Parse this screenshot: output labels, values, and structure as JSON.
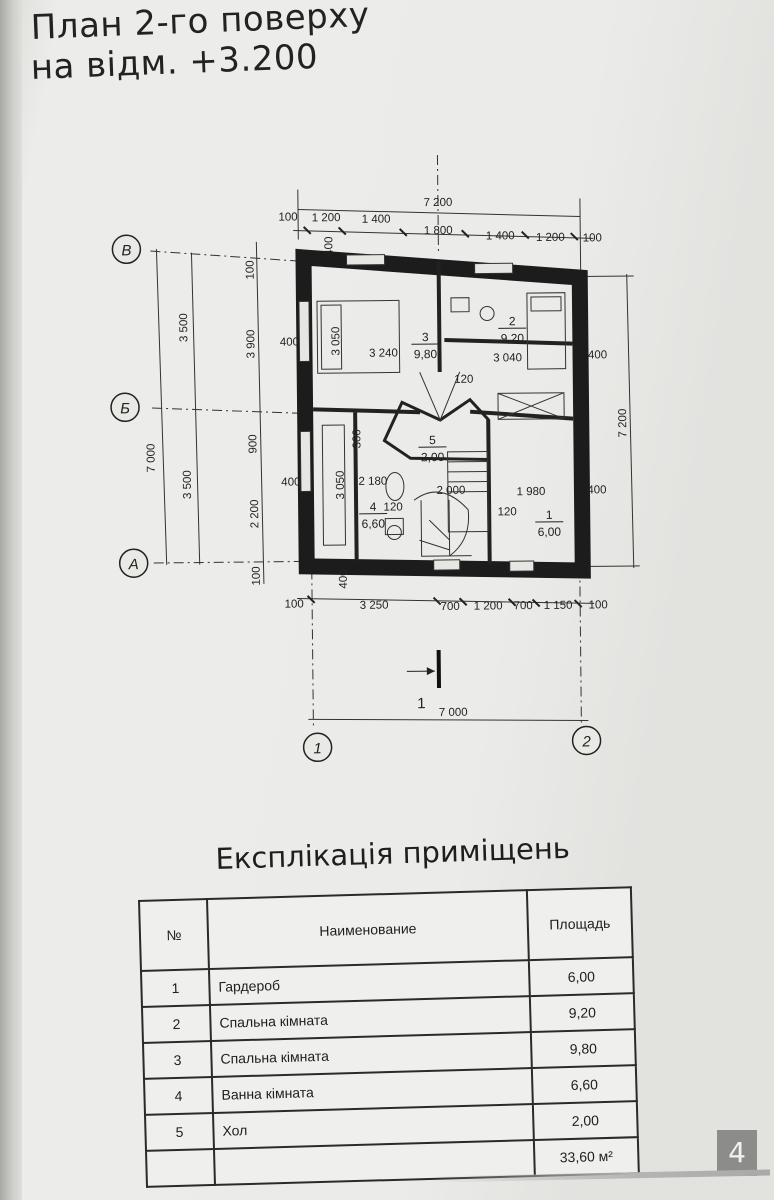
{
  "header": {
    "line1": "План 2-го поверху",
    "line2": "на відм. +3.200"
  },
  "plan": {
    "axes": {
      "rows": [
        "В",
        "Б",
        "А"
      ],
      "cols": [
        "1",
        "2"
      ]
    },
    "dims_top": {
      "overall": "7 200",
      "chain": [
        "100",
        "1 200",
        "1 400",
        "1 800",
        "1 400",
        "1 200",
        "100"
      ]
    },
    "dims_bottom": {
      "chain": [
        "100",
        "3 250",
        "700",
        "1 200",
        "700",
        "1 150",
        "100"
      ],
      "axis_span": "7 000"
    },
    "dims_left": {
      "outer": "7 000",
      "axes": [
        "3 500",
        "3 500"
      ],
      "openings": [
        "100",
        "3 900",
        "900",
        "2 200",
        "100"
      ]
    },
    "dims_right": {
      "overall": "7 200",
      "wall_left": [
        "400",
        "400"
      ],
      "wall_right": [
        "400",
        "400"
      ]
    },
    "inner_dims": {
      "w400_top": "400",
      "w400_bottom": "400",
      "r3_h": "3 050",
      "r3_w": "3 240",
      "r2_w": "3 040",
      "t120_a": "120",
      "t300": "300",
      "r4_w": "2 180",
      "r4_h": "3 050",
      "t120_b": "120",
      "hall_w": "2 000",
      "r1_w": "1 980",
      "t120_c": "120"
    },
    "rooms": [
      {
        "num": "1",
        "area": "6,00"
      },
      {
        "num": "2",
        "area": "9,20"
      },
      {
        "num": "3",
        "area": "9,80"
      },
      {
        "num": "4",
        "area": "6,60"
      },
      {
        "num": "5",
        "area": "2,00"
      }
    ],
    "section_mark": "1"
  },
  "explication": {
    "title": "Експлікація приміщень",
    "headers": {
      "no": "№",
      "name": "Наименование",
      "area": "Площадь"
    },
    "rows": [
      {
        "no": "1",
        "name": "Гардероб",
        "area": "6,00"
      },
      {
        "no": "2",
        "name": "Спальна кімната",
        "area": "9,20"
      },
      {
        "no": "3",
        "name": "Спальна кімната",
        "area": "9,80"
      },
      {
        "no": "4",
        "name": "Ванна кімната",
        "area": "6,60"
      },
      {
        "no": "5",
        "name": "Хол",
        "area": "2,00"
      }
    ],
    "total": "33,60 м²"
  },
  "page": {
    "number": "4"
  }
}
